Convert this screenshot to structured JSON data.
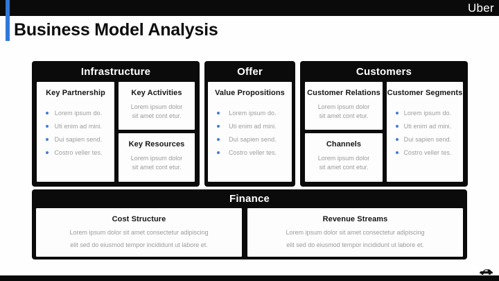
{
  "topbar": {
    "logo": "Uber"
  },
  "header": {
    "title": "Business Model Analysis"
  },
  "panels": {
    "infrastructure": {
      "title": "Infrastructure",
      "key_partnership": {
        "title": "Key Partnership",
        "bullets": [
          "Lorem ipsum do.",
          "Uti enim ad mini.",
          "Dui sapien send.",
          "Costro veller tes."
        ]
      },
      "key_activities": {
        "title": "Key Activities",
        "body": [
          "Lorem ipsum dolor",
          "sit amet cont etur."
        ]
      },
      "key_resources": {
        "title": "Key Resources",
        "body": [
          "Lorem ipsum dolor",
          "sit amet cont etur."
        ]
      }
    },
    "offer": {
      "title": "Offer",
      "value_propositions": {
        "title": "Value Propositions",
        "bullets": [
          "Lorem ipsum do.",
          "Uti enim ad mini.",
          "Dui sapien send.",
          "Costro veller tes."
        ]
      }
    },
    "customers": {
      "title": "Customers",
      "customer_relations": {
        "title": "Customer Relations",
        "body": [
          "Lorem ipsum dolor",
          "sit amet cont etur."
        ]
      },
      "channels": {
        "title": "Channels",
        "body": [
          "Lorem ipsum dolor",
          "sit amet cont etur."
        ]
      },
      "customer_segments": {
        "title": "Customer Segments",
        "bullets": [
          "Lorem ipsum do.",
          "Uti enim ad mini.",
          "Dui sapien send.",
          "Costro veller tes."
        ]
      }
    },
    "finance": {
      "title": "Finance",
      "cost_structure": {
        "title": "Cost Structure",
        "body": [
          "Lorem ipsum dolor sit amet consectetur adipiscing",
          "elit sed do eiusmod tempor incididunt ut labore et."
        ]
      },
      "revenue_streams": {
        "title": "Revenue Streams",
        "body": [
          "Lorem ipsum dolor sit amet consectetur adipiscing",
          "elit sed do eiusmod tempor incididunt ut labore et."
        ]
      }
    }
  },
  "footer": {
    "icon": "car-icon"
  },
  "colors": {
    "accent_blue": "#2F78D9",
    "bullet_blue": "#447BD5",
    "panel_black": "#0B0B0B",
    "body_gray": "#9B9B9B",
    "card_white": "#FDFDFD"
  }
}
